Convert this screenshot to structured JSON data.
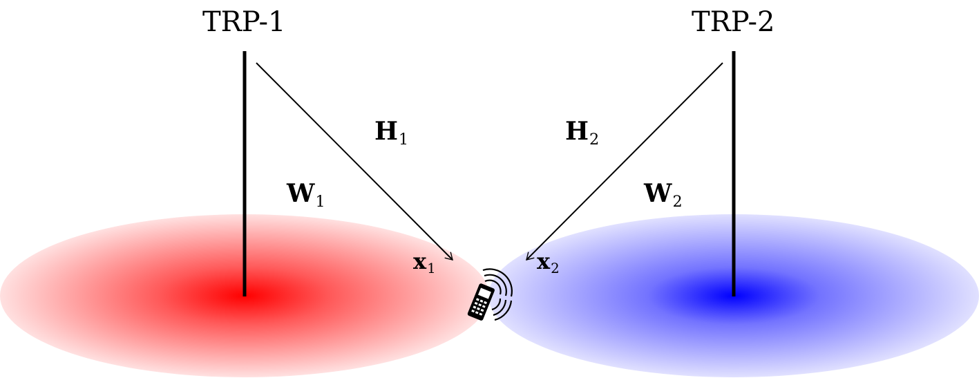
{
  "trps": [
    {
      "name": "TRP-1",
      "channel": {
        "symbol": "H",
        "sub": "1"
      },
      "precoder": {
        "symbol": "W",
        "sub": "1"
      },
      "signal": {
        "symbol": "x",
        "sub": "1"
      },
      "color": "#ff0000"
    },
    {
      "name": "TRP-2",
      "channel": {
        "symbol": "H",
        "sub": "2"
      },
      "precoder": {
        "symbol": "W",
        "sub": "2"
      },
      "signal": {
        "symbol": "x",
        "sub": "2"
      },
      "color": "#0000ff"
    }
  ],
  "ue_icon": "mobile-phone-icon"
}
